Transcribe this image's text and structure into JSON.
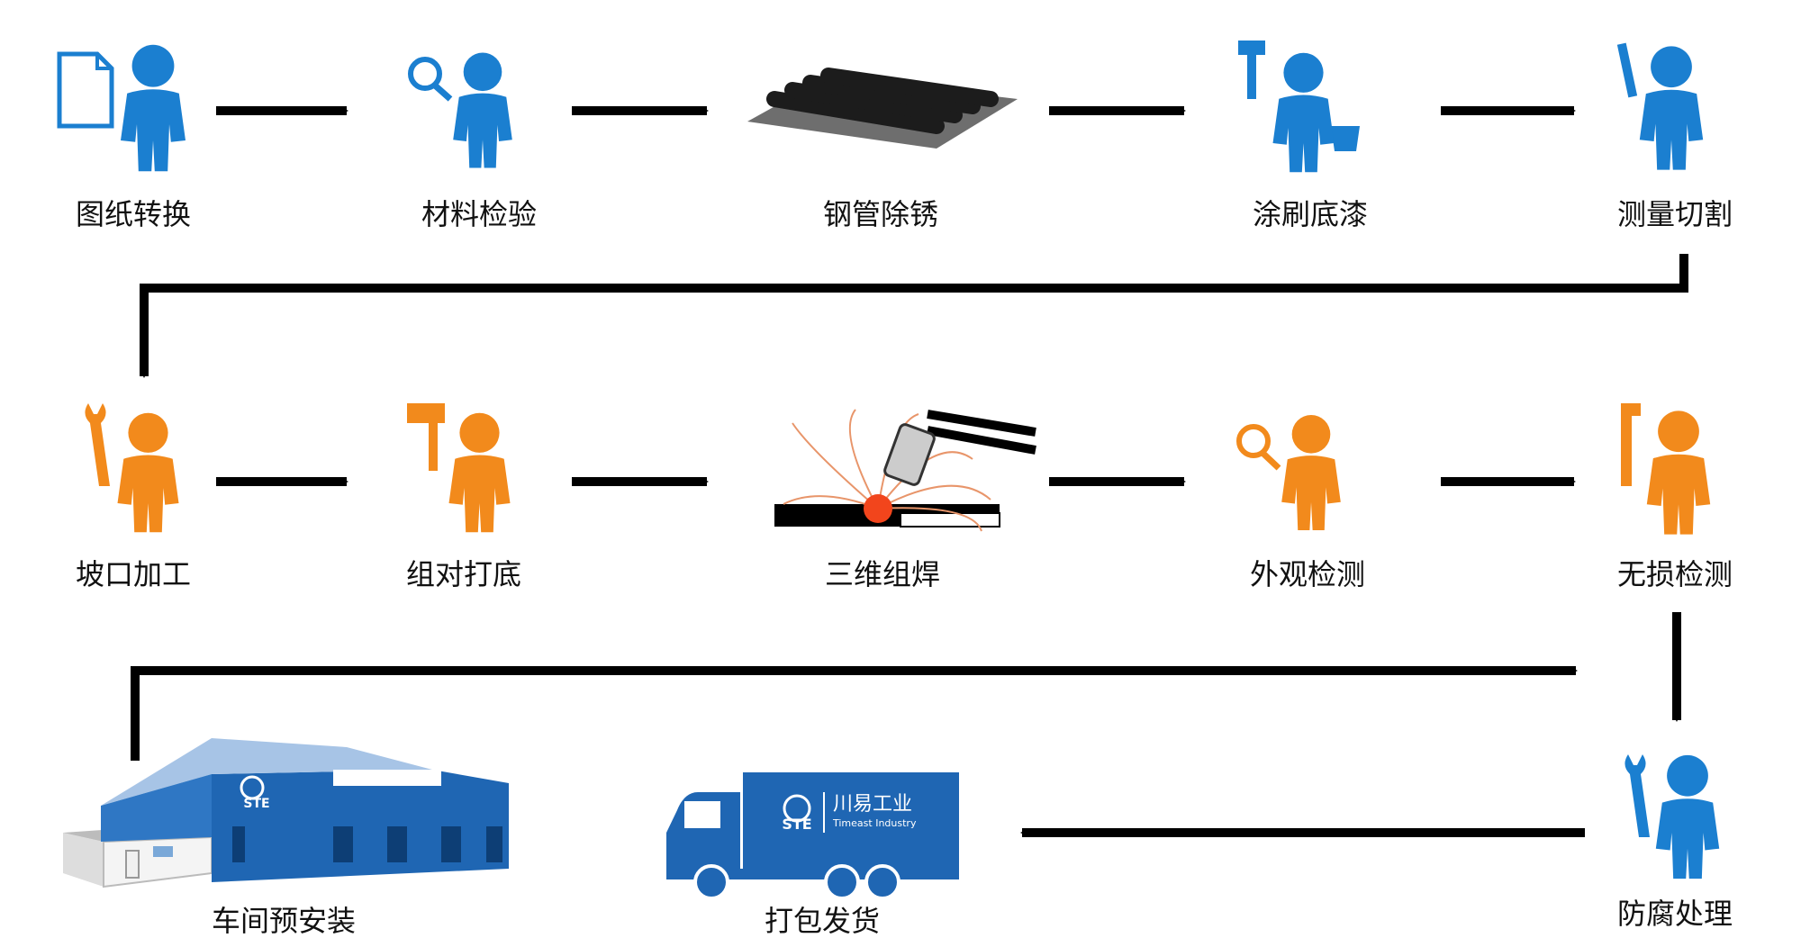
{
  "colors": {
    "blue": "#1b7fd0",
    "orange": "#f28a1c",
    "building_blue": "#1f66b3",
    "arrow": "#000000"
  },
  "steps": {
    "drawing_conversion": "图纸转换",
    "material_inspection": "材料检验",
    "pipe_derusting": "钢管除锈",
    "primer_painting": "涂刷底漆",
    "measure_cutting": "测量切割",
    "bevel_processing": "坡口加工",
    "fitup_root": "组对打底",
    "welding_3d": "三维组焊",
    "visual_inspection": "外观检测",
    "ndt": "无损检测",
    "anticorrosion": "防腐处理",
    "packing_shipping": "打包发货",
    "workshop_preassembly": "车间预安装"
  },
  "logos": {
    "building_mark": "STE",
    "truck_mark": "STE",
    "truck_cn_name": "川易工业",
    "truck_en_name": "Timeast Industry"
  },
  "icons": {
    "drawing": "document-person-icon",
    "inspection": "magnifier-person-icon",
    "pipes": "steel-pipes-icon",
    "paint": "paint-brush-person-icon",
    "measure": "ruler-person-icon",
    "wrench": "wrench-person-icon",
    "hammer": "hammer-person-icon",
    "welding": "welding-torch-icon",
    "building": "factory-building-icon",
    "truck": "delivery-truck-icon"
  }
}
